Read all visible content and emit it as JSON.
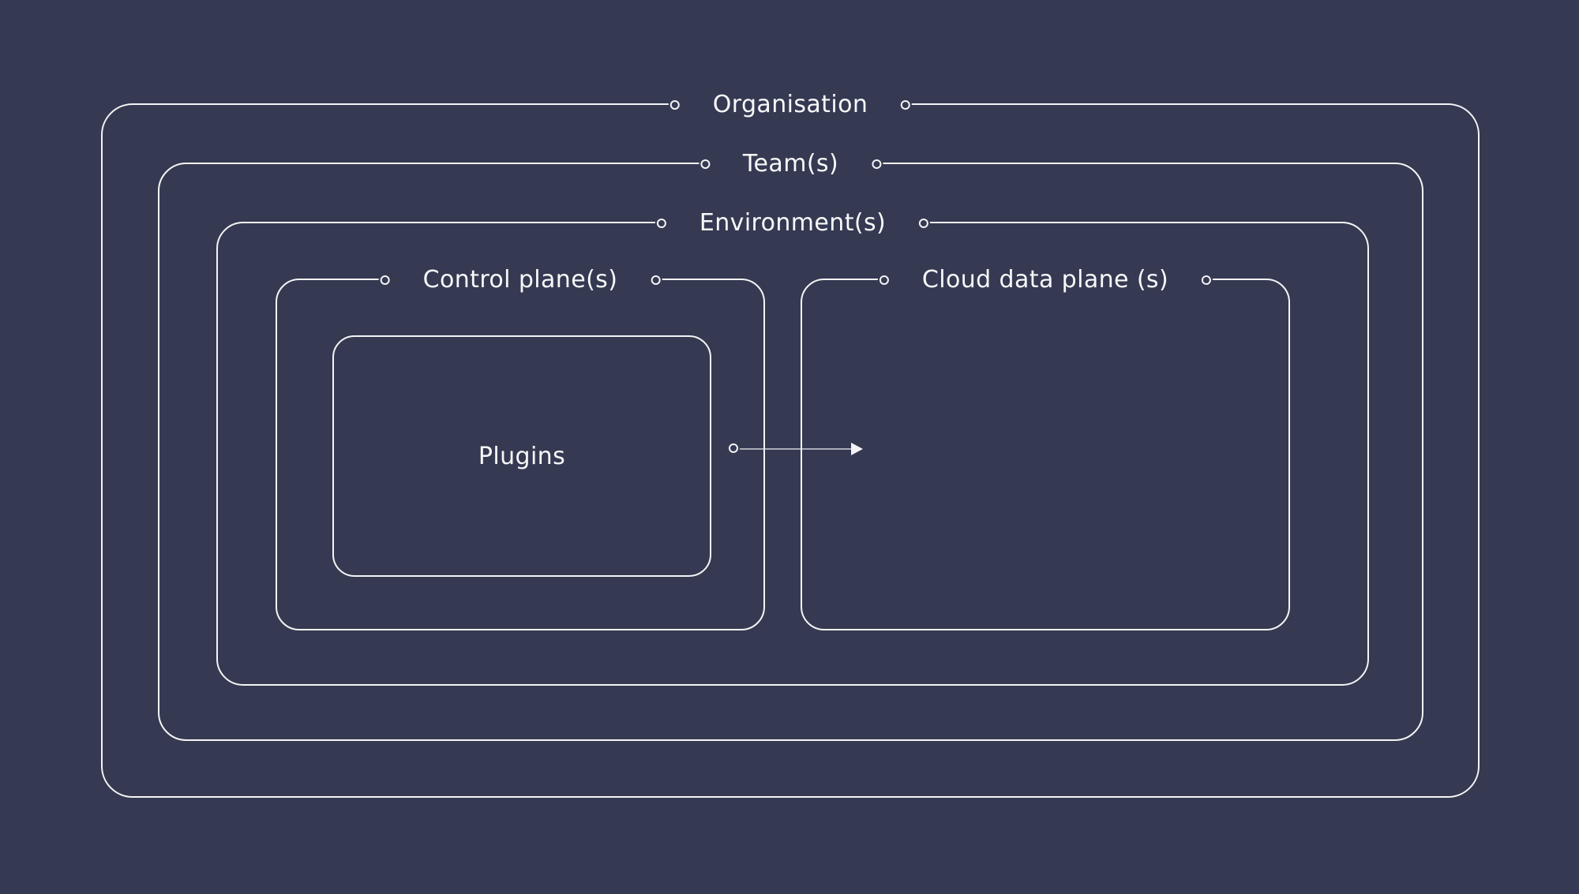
{
  "diagram": {
    "colors": {
      "background": "#353a52",
      "line": "#f4f4f6",
      "text": "#f8f8fa",
      "arrow_line": "#e6e8f0"
    },
    "boxes": {
      "organisation": {
        "label": "Organisation"
      },
      "teams": {
        "label": "Team(s)"
      },
      "environments": {
        "label": "Environment(s)"
      },
      "control_plane": {
        "label": "Control plane(s)"
      },
      "cloud_data_plane": {
        "label": "Cloud data plane (s)"
      },
      "plugins": {
        "label": "Plugins"
      }
    }
  }
}
